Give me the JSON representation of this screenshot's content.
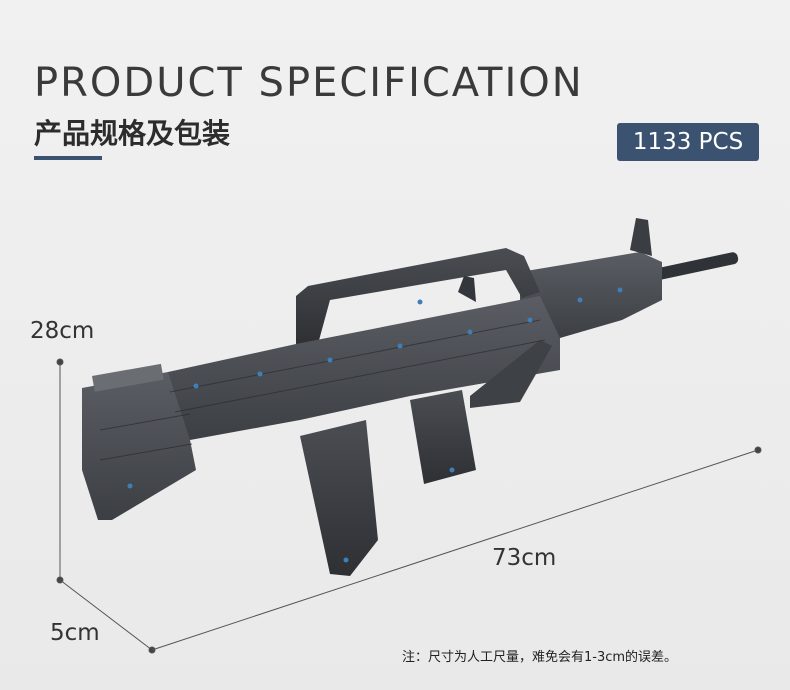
{
  "header": {
    "title_en": "PRODUCT SPECIFICATION",
    "title_cn": "产品规格及包装",
    "accent_color": "#3b5270"
  },
  "badge": {
    "label": "1133 PCS"
  },
  "dimensions": {
    "height": "28cm",
    "length": "73cm",
    "width": "5cm"
  },
  "product": {
    "icon": "brick-rifle-model"
  },
  "footnote": "注：尺寸为人工尺量，难免会有1-3cm的误差。"
}
